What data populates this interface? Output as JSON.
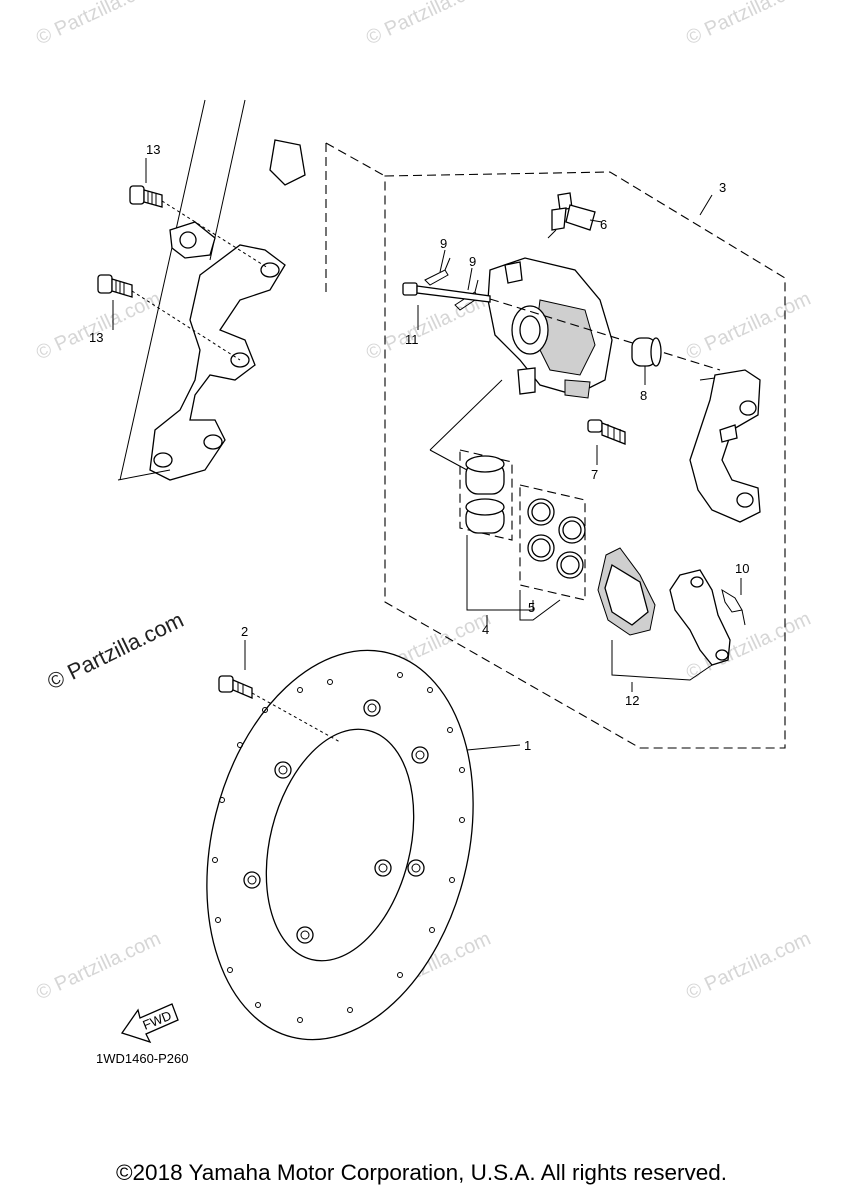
{
  "diagram": {
    "callouts": [
      {
        "id": "c1",
        "text": "1"
      },
      {
        "id": "c2",
        "text": "2"
      },
      {
        "id": "c3",
        "text": "3"
      },
      {
        "id": "c4",
        "text": "4"
      },
      {
        "id": "c5",
        "text": "5"
      },
      {
        "id": "c6",
        "text": "6"
      },
      {
        "id": "c7",
        "text": "7"
      },
      {
        "id": "c8",
        "text": "8"
      },
      {
        "id": "c9a",
        "text": "9"
      },
      {
        "id": "c9b",
        "text": "9"
      },
      {
        "id": "c10",
        "text": "10"
      },
      {
        "id": "c11",
        "text": "11"
      },
      {
        "id": "c12",
        "text": "12"
      },
      {
        "id": "c13a",
        "text": "13"
      },
      {
        "id": "c13b",
        "text": "13"
      }
    ],
    "fwd_label": "FWD",
    "diagram_code": "1WD1460-P260",
    "watermark_main": "© Partzilla.com",
    "watermark_small": "© Partzilla.com"
  },
  "footer": {
    "copyright": "©2018 Yamaha Motor Corporation, U.S.A. All rights reserved."
  }
}
